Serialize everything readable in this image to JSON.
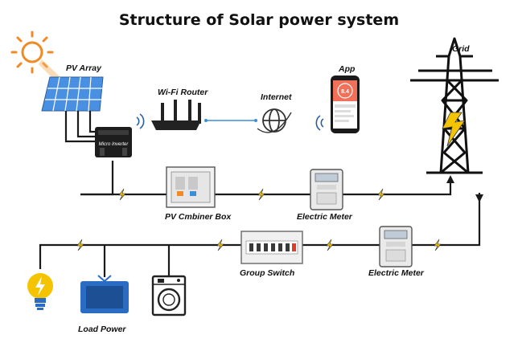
{
  "title": "Structure of Solar power system",
  "labels": {
    "pv_array": "PV Array",
    "wifi_router": "Wi-Fi Router",
    "internet": "Internet",
    "app": "App",
    "grid": "Grid",
    "micro_inverter": "Micro Inverter",
    "combiner_box": "PV Cmbiner Box",
    "electric_meter_top": "Electric Meter",
    "group_switch": "Group Switch",
    "electric_meter_bottom": "Electric Meter",
    "load_power": "Load Power"
  },
  "app_screen_value": "8.4",
  "colors": {
    "wire": "#1a1a1a",
    "bolt": "#f5c400",
    "solar_panel": "#4a90e2",
    "sun": "#f08a24",
    "app_accent": "#f0705a",
    "load_icon": "#2a6cc4",
    "internet_link": "#3a8fd8"
  }
}
